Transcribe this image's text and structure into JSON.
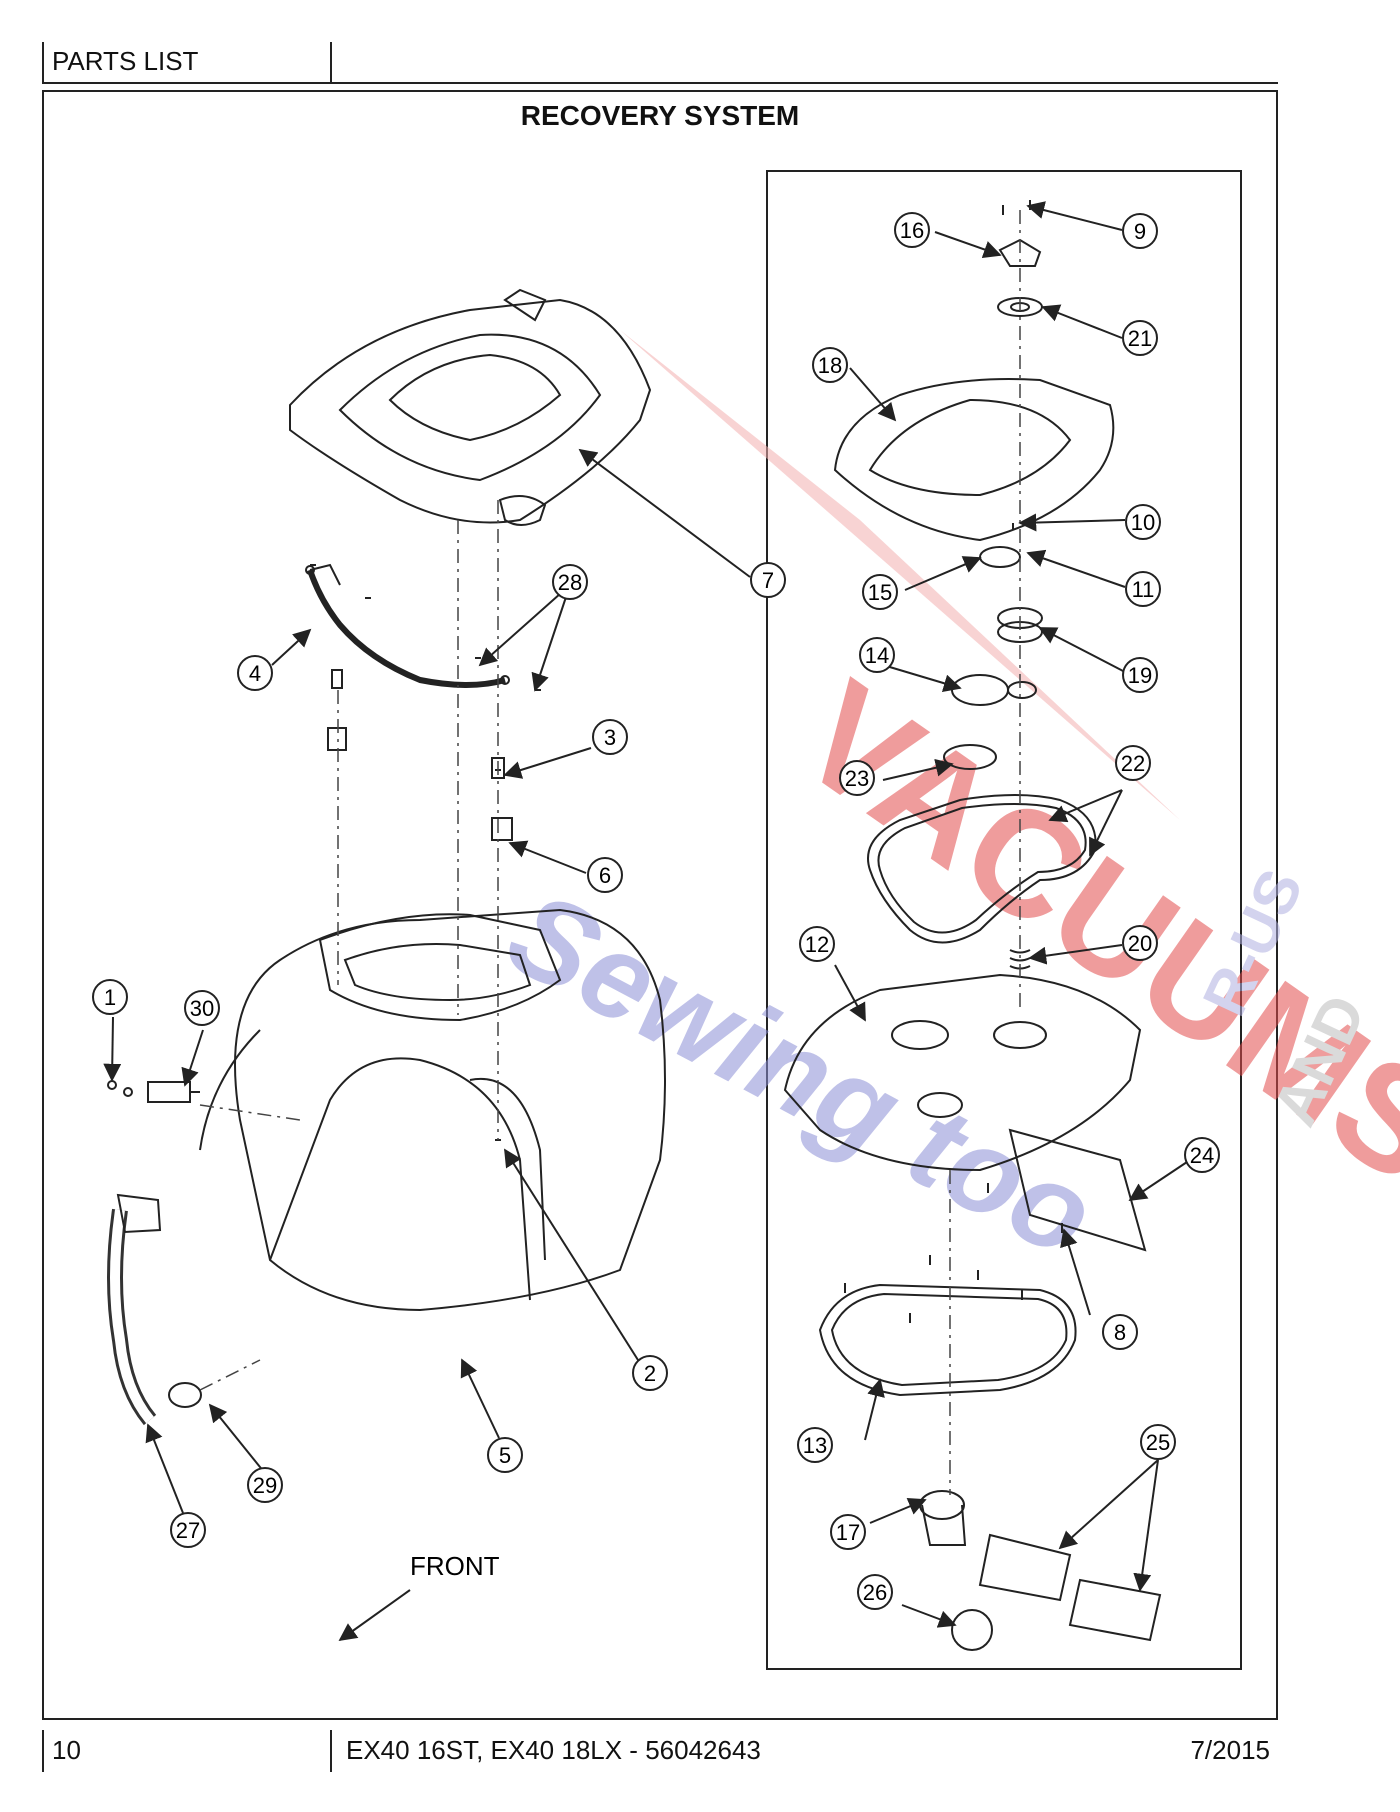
{
  "header": {
    "section_label": "PARTS LIST"
  },
  "title": "RECOVERY SYSTEM",
  "front_label": "FRONT",
  "footer": {
    "page_number": "10",
    "model": "EX40 16ST, EX40 18LX - 56042643",
    "date": "7/2015"
  },
  "watermark": {
    "line1": "VACUUMS",
    "line2": "Sewing too",
    "line3": "R-US",
    "line4": "AND"
  },
  "callouts": [
    "1",
    "2",
    "3",
    "4",
    "5",
    "6",
    "7",
    "8",
    "9",
    "10",
    "11",
    "12",
    "13",
    "14",
    "15",
    "16",
    "17",
    "18",
    "19",
    "20",
    "21",
    "22",
    "23",
    "24",
    "25",
    "26",
    "27",
    "28",
    "29",
    "30"
  ],
  "colors": {
    "line": "#222222",
    "watermark_red": "#e24b4b",
    "watermark_blue": "#6f73c9",
    "watermark_gray": "#9a9a9a"
  }
}
